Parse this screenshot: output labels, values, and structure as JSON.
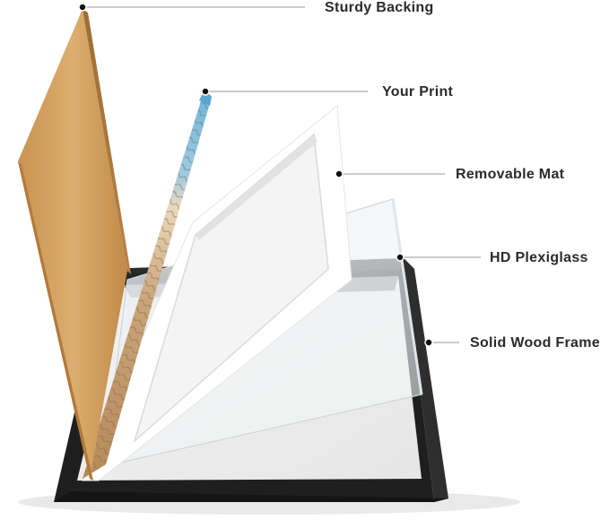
{
  "labels": {
    "sturdy_backing": "Sturdy Backing",
    "your_print": "Your Print",
    "removable_mat": "Removable Mat",
    "hd_plexiglass": "HD Plexiglass",
    "solid_wood_frame": "Solid Wood Frame"
  },
  "colors": {
    "frame": "#2b2b2b",
    "backing": "#d4a566",
    "mat": "#ffffff",
    "print_sky": "#6db5dc",
    "print_sand": "#c9a47a",
    "callout_dot": "#111111",
    "callout_line": "#9a9a9a",
    "text": "#2b2b2b"
  }
}
